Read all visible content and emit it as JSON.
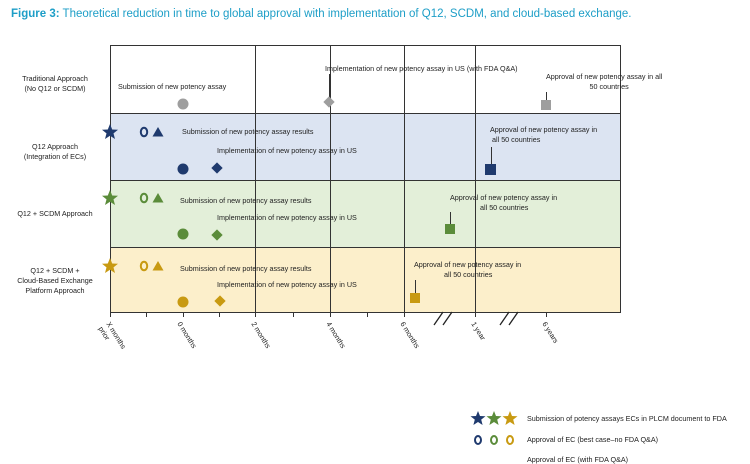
{
  "title": {
    "lead": "Figure 3:",
    "rest": " Theoretical reduction in time to global approval with implementation of Q12, SCDM, and cloud-based exchange."
  },
  "rows": [
    {
      "label_lines": [
        "Traditional Approach",
        "(No Q12 or SCDM)"
      ],
      "band_color": "#ffffff"
    },
    {
      "label_lines": [
        "Q12 Approach",
        "(Integration of ECs)"
      ],
      "band_color": "#dce4f2"
    },
    {
      "label_lines": [
        "Q12 + SCDM Approach"
      ],
      "band_color": "#e3efd9"
    },
    {
      "label_lines": [
        "Q12 + SCDM +",
        "Cloud-Based Exchange",
        "Platform Approach"
      ],
      "band_color": "#fcefcb"
    }
  ],
  "axis": {
    "ticks": [
      "X months prior",
      "0 months",
      "2 months",
      "4 months",
      "6 months",
      "1 year",
      "6 years"
    ]
  },
  "annotations": {
    "trad_submission": "Submission of new potency assay",
    "trad_implementation": "Implementation of new potency assay in US (with FDA Q&A)",
    "trad_approval_1": "Approval of new potency assay in all",
    "trad_approval_2": "50 countries",
    "q12_submission": "Submission of new potency assay results",
    "q12_implementation": "Implementation of new potency assay in US",
    "q12_approval_1": "Approval of new potency assay in",
    "q12_approval_2": "all 50 countries",
    "scdm_submission": "Submission of new potency assay results",
    "scdm_implementation": "Implementation of new potency assay  in US",
    "scdm_approval_1": "Approval of new potency assay in",
    "scdm_approval_2": "all 50 countries",
    "cloud_submission": "Submission of new potency assay results",
    "cloud_implementation": "Implementation of new potency assay in US",
    "cloud_approval_1": "Approval of new potency assay in",
    "cloud_approval_2": "all 50 countries"
  },
  "colors": {
    "grey": "#9e9e9e",
    "navy": "#1f3a6e",
    "green": "#5b8c3a",
    "gold": "#c89a12",
    "title": "#1d9ec7"
  },
  "legend": [
    {
      "icon": "star",
      "text": "Submission of potency assays ECs in PLCM document to FDA"
    },
    {
      "icon": "ring",
      "text": "Approval of EC (best case–no FDA Q&A)"
    },
    {
      "icon": "triangle",
      "text": "Approval of EC (with FDA Q&A)"
    }
  ]
}
